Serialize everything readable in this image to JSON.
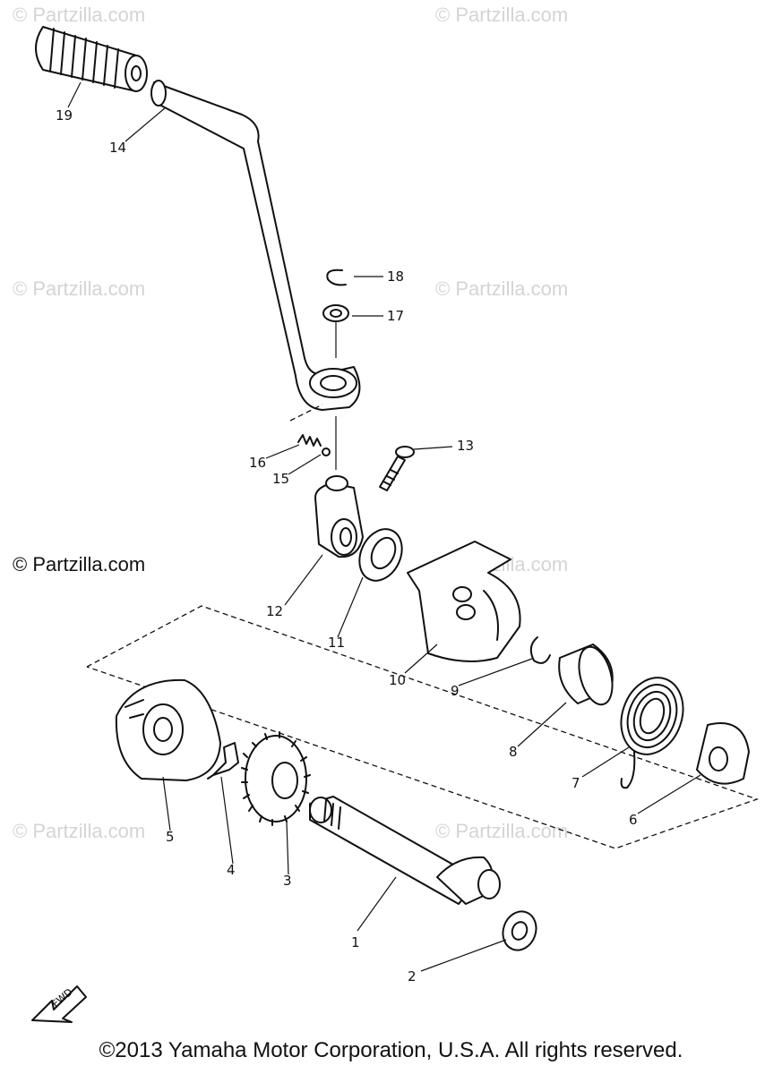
{
  "watermarks": {
    "corner": "© Partzilla.com",
    "main": "© Partzilla.com"
  },
  "footer": {
    "copyright": "©2013 Yamaha Motor Corporation, U.S.A. All rights reserved."
  },
  "direction_label": "FWD",
  "callouts": [
    "1",
    "2",
    "3",
    "4",
    "5",
    "6",
    "7",
    "8",
    "9",
    "10",
    "11",
    "12",
    "13",
    "14",
    "15",
    "16",
    "17",
    "18",
    "19"
  ]
}
